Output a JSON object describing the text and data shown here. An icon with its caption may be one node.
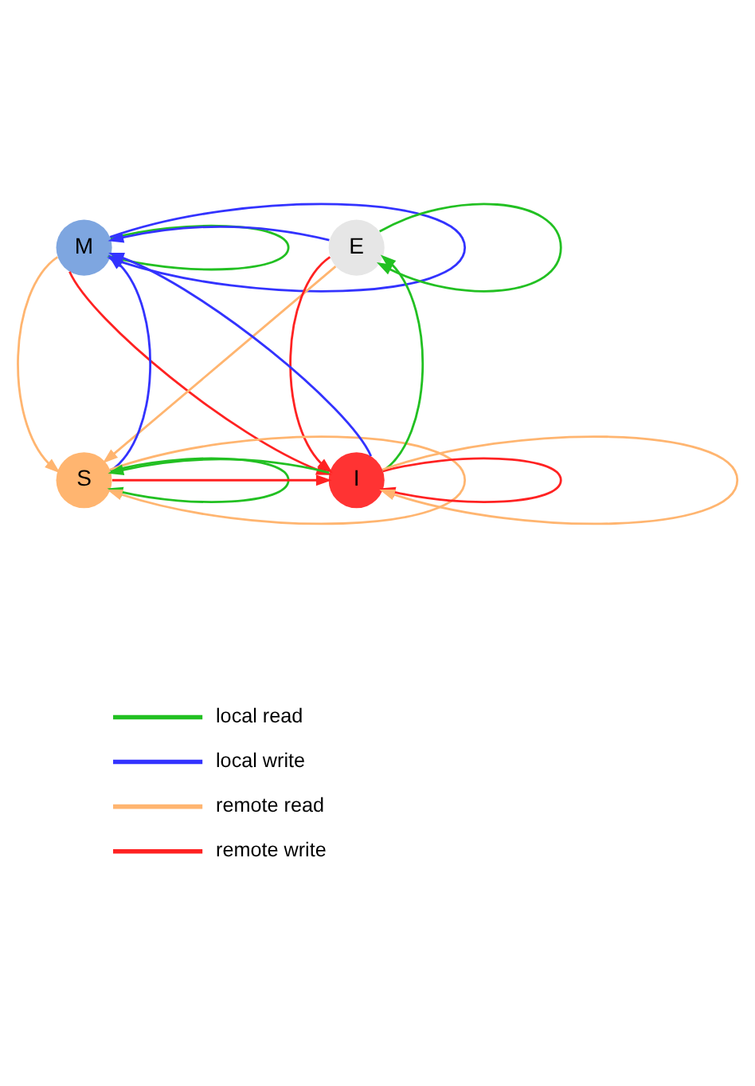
{
  "diagram": {
    "nodes": [
      {
        "text": [
          "M"
        ]
      },
      {
        "text": [
          "E"
        ]
      },
      {
        "text": [
          "S"
        ]
      },
      {
        "text": [
          "I"
        ]
      }
    ],
    "edges": [
      {
        "from": 0,
        "to": 0,
        "arrow": "to",
        "color": "#22c022"
      },
      {
        "from": 0,
        "to": 0,
        "arrow": "to",
        "color": "#3333ff"
      },
      {
        "from": 1,
        "to": 0,
        "arrow": "to",
        "color": "#3333ff"
      },
      {
        "from": 1,
        "to": 1,
        "arrow": "to",
        "color": "#22c022"
      },
      {
        "from": 0,
        "to": 2,
        "arrow": "to",
        "color": "#ffb570"
      },
      {
        "from": 0,
        "to": 3,
        "arrow": "to",
        "color": "#ff2222"
      },
      {
        "from": 3,
        "to": 0,
        "arrow": "to",
        "color": "#3333ff"
      },
      {
        "from": 1,
        "to": 2,
        "arrow": "to",
        "color": "#ffb570"
      },
      {
        "from": 1,
        "to": 3,
        "arrow": "to",
        "color": "#ff2222"
      },
      {
        "from": 3,
        "to": 1,
        "arrow": "to",
        "color": "#22c022"
      },
      {
        "from": 2,
        "to": 0,
        "arrow": "to",
        "color": "#3333ff"
      },
      {
        "from": 2,
        "to": 2,
        "arrow": "to",
        "color": "#22c022"
      },
      {
        "from": 2,
        "to": 2,
        "arrow": "to",
        "color": "#ffb570"
      },
      {
        "from": 2,
        "to": 3,
        "arrow": "to",
        "color": "#ff2222"
      },
      {
        "from": 3,
        "to": 2,
        "arrow": "to",
        "color": "#22c022"
      },
      {
        "from": 3,
        "to": 3,
        "arrow": "to",
        "color": "#ff2222"
      },
      {
        "from": 3,
        "to": 3,
        "arrow": "to",
        "color": "#ffb570"
      }
    ],
    "legend": [
      {
        "text": "local read",
        "color": "#22c022"
      },
      {
        "text": "local write",
        "color": "#3333ff"
      },
      {
        "text": "remote read",
        "color": "#ffb570"
      },
      {
        "text": "remote write",
        "color": "#ff2222"
      }
    ]
  }
}
